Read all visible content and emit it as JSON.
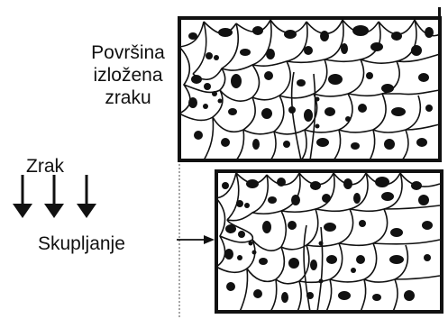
{
  "labels": {
    "surface_line1": "Površina",
    "surface_line2": "izložena",
    "surface_line3": "zraku",
    "air": "Zrak",
    "shrinkage": "Skupljanje"
  },
  "colors": {
    "ink": "#111111",
    "background": "#ffffff",
    "guide_line": "#888888"
  }
}
